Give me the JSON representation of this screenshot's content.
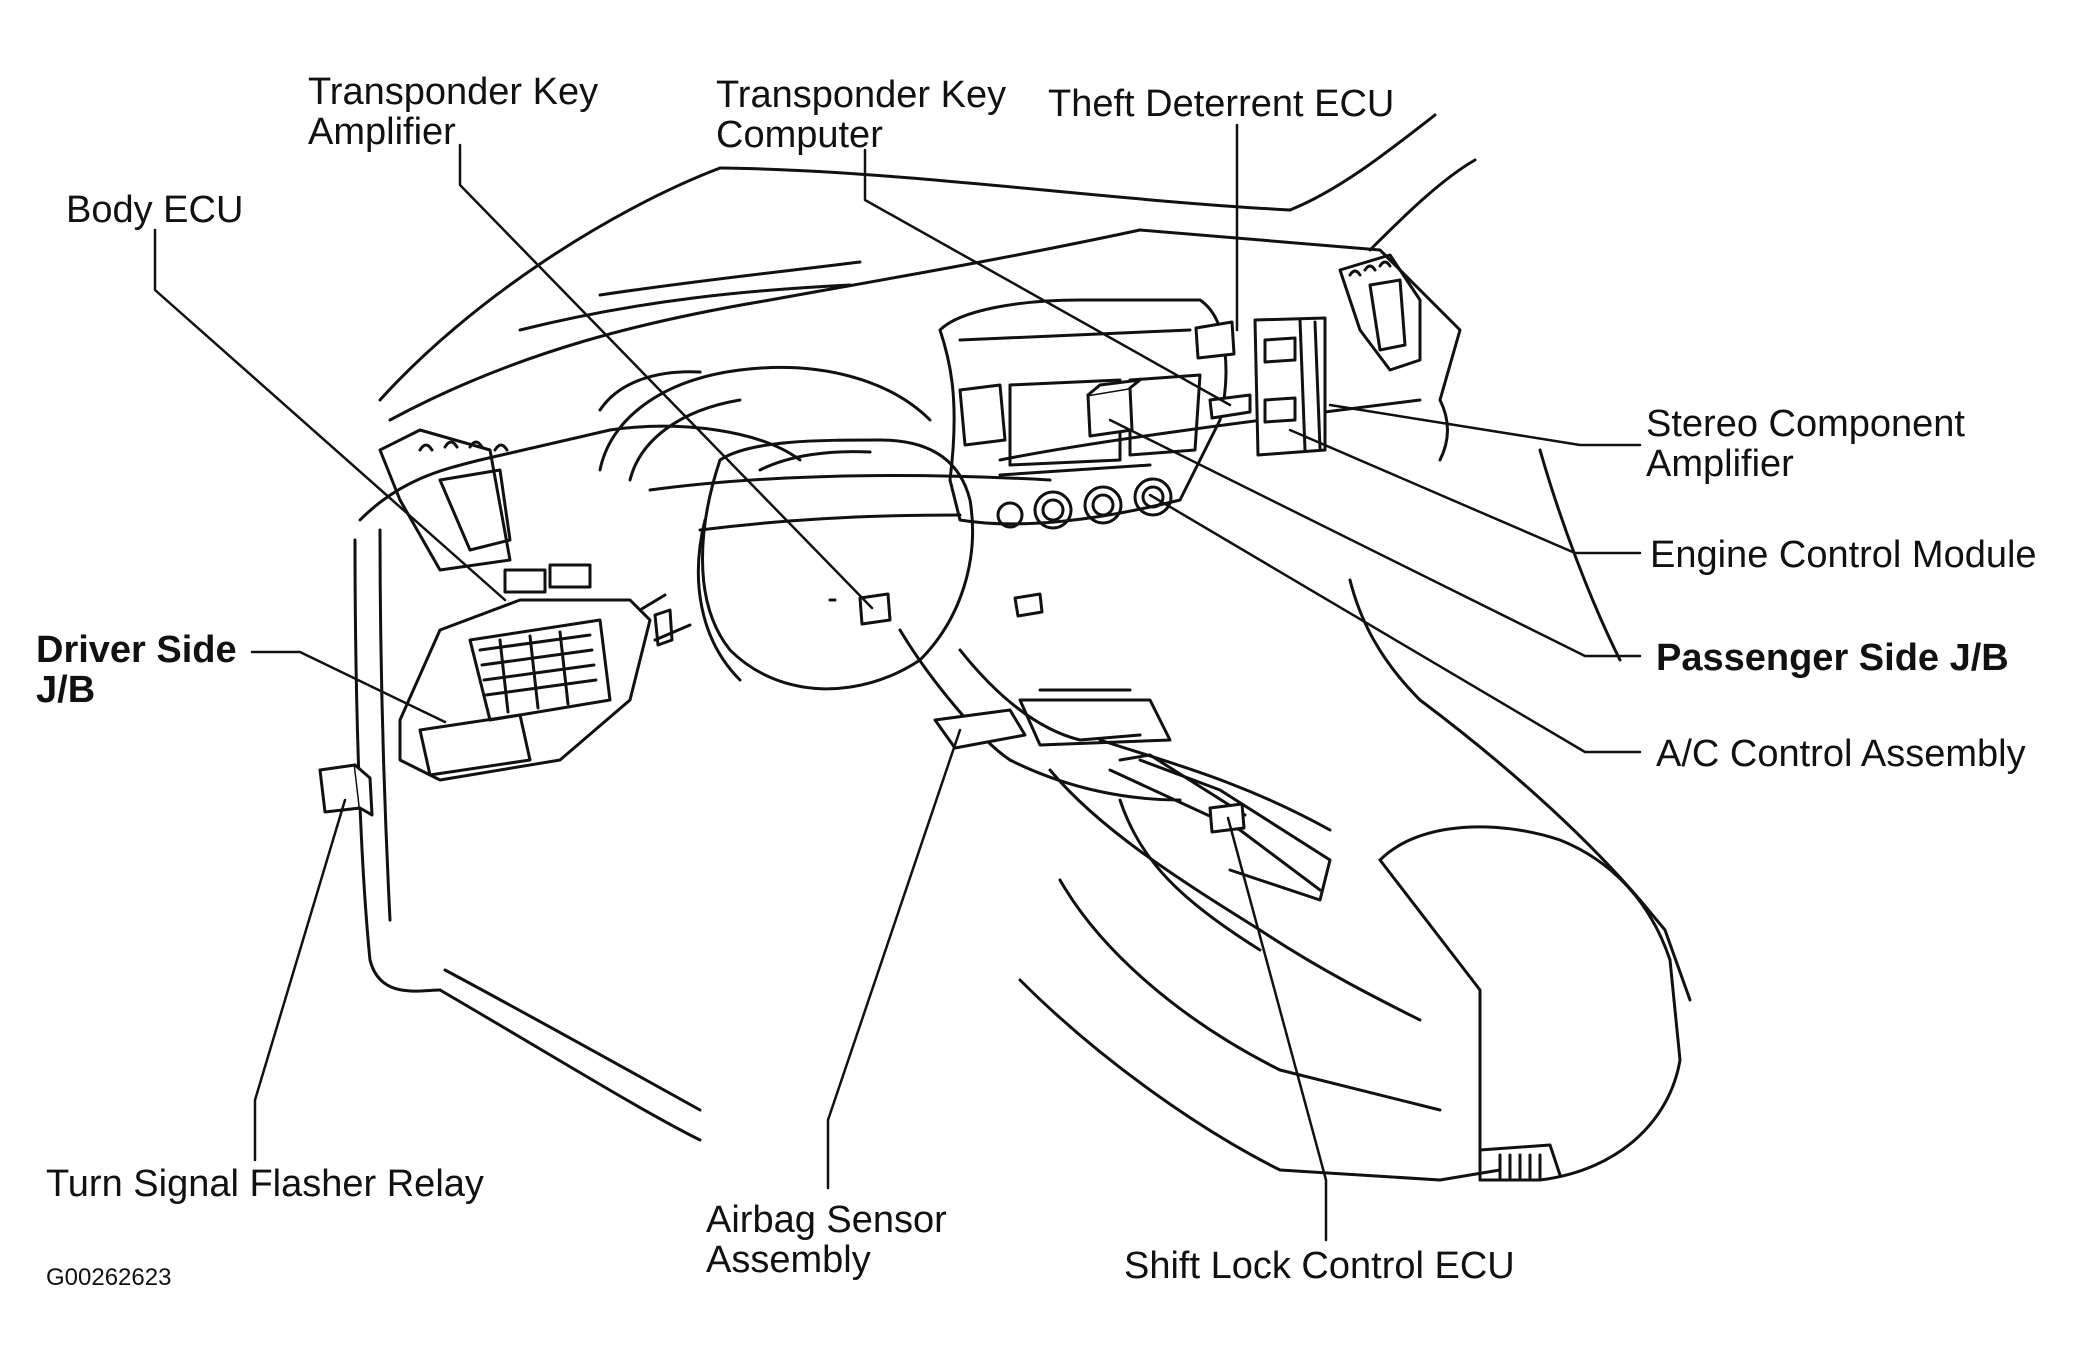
{
  "diagram": {
    "labels": {
      "transponder_key_amplifier": [
        "Transponder Key",
        "Amplifier"
      ],
      "transponder_key_computer": [
        "Transponder Key",
        "Computer"
      ],
      "theft_deterrent_ecu": "Theft Deterrent ECU",
      "body_ecu": "Body ECU",
      "stereo_component_amplifier": [
        "Stereo Component",
        "Amplifier"
      ],
      "engine_control_module": "Engine Control Module",
      "driver_side_jb": [
        "Driver Side",
        "J/B"
      ],
      "passenger_side_jb": "Passenger Side J/B",
      "ac_control_assembly": "A/C Control Assembly",
      "turn_signal_flasher_relay": "Turn Signal Flasher Relay",
      "airbag_sensor_assembly": [
        "Airbag Sensor",
        "Assembly"
      ],
      "shift_lock_control_ecu": "Shift Lock Control ECU"
    },
    "figure_code": "G00262623",
    "colors": {
      "ink": "#111111",
      "background": "#ffffff"
    }
  }
}
